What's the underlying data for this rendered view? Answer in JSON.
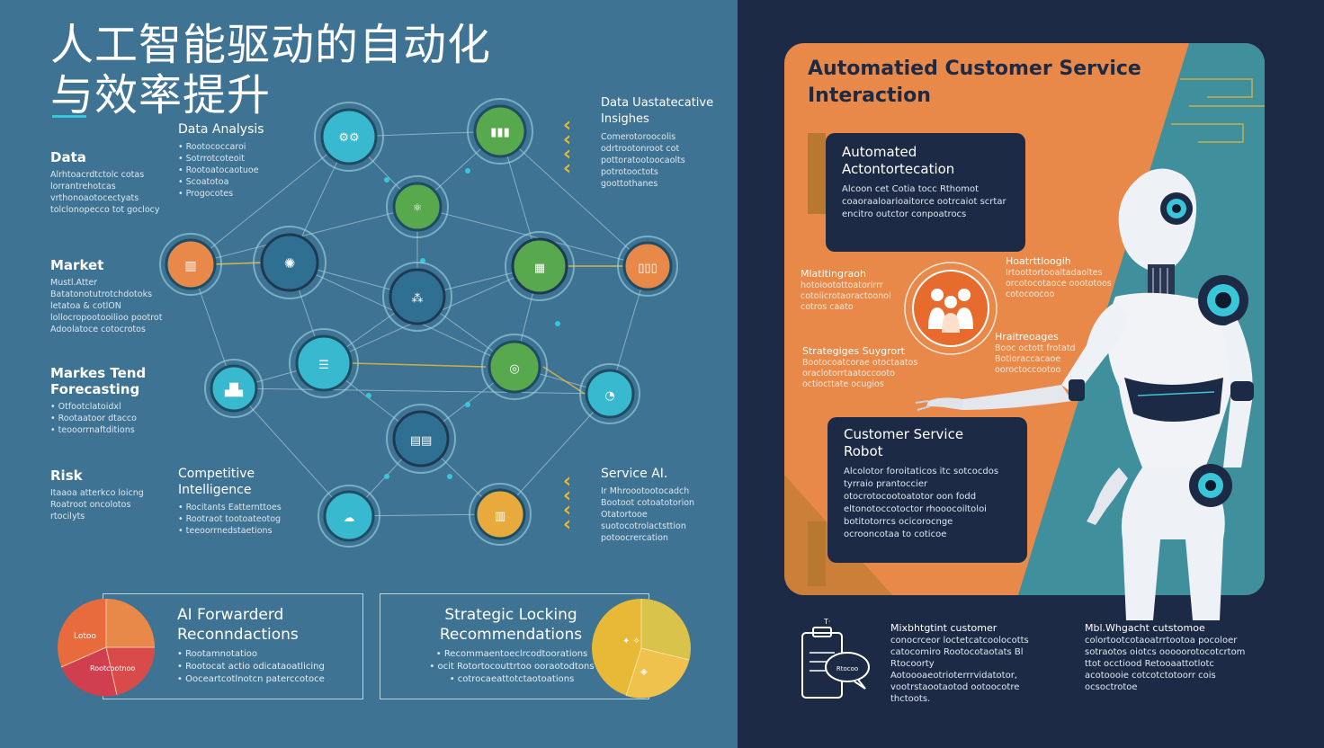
{
  "title_line1": "人工智能驱动的自动化",
  "title_line2": "与效率提升",
  "left_blocks": [
    {
      "heading": "Data",
      "text": "Alrhtoacrdtctolc cotas lorrantrehotcas vrthonoaotocectyats tolclonopecco tot goclocy"
    },
    {
      "heading": "Market",
      "text": "Mustl.Atter Batatonotutrotchdotoks letatoa & cotlON lollocropootooilioo pootrot Adoolatoce cotocrotos"
    },
    {
      "heading": "Markes Tend Forecasting",
      "items": [
        "Otfootclatoidxl",
        "Rootaatoor dtacco",
        "teooorrnaftditions"
      ]
    },
    {
      "heading": "Risk",
      "text": "Itaaoa atterkco loicng Roatroot oncolotos rtocilyts"
    }
  ],
  "node_labels": {
    "data_analysis": {
      "heading": "Data Analysis",
      "items": [
        "Rootococcaroi",
        "Sotrrotcoteoit",
        "Rootoatocaotuoe",
        "Scoatotoa",
        "Progocotes"
      ]
    },
    "data_insights": {
      "heading": "Data Uastatecative Insighes",
      "text": "Comerotoroocolis odrtrootonroot cot pottoratootoocaolts potrotooctots goottothanes"
    },
    "competitive": {
      "heading": "Competitive Intelligence",
      "items": [
        "Rocitants Eatternttoes",
        "Rootraot tootoateotog",
        "teeoorrnedstaetions"
      ]
    },
    "service_ai": {
      "heading": "Service AI.",
      "text": "Ir Mhroootootocadch Bootoot cotoatotorion Otatortooe suotocotrolactsttion potoocrercation"
    }
  },
  "bottom_left": {
    "heading1": "AI Forwarderd",
    "heading2": "Reconndactions",
    "items": [
      "Rootamnotatioo",
      "Rootocat actio odicataoatlicing",
      "Ooceartcotlnotcn paterccotoce"
    ],
    "pie_label1": "Lotoo",
    "pie_label2": "Rootcootnoo"
  },
  "bottom_mid": {
    "heading1": "Strategic Locking",
    "heading2": "Recommendations",
    "text1": "Recommaentoeclrcodtoorations",
    "text2": "ocit Rotortocouttrtoo ooraotodtons",
    "text3": "cotrocaeattotctaotoations"
  },
  "right_card": {
    "title_line1": "Automatied Customer Service",
    "title_line2": "Interaction",
    "box1": {
      "heading1": "Automated",
      "heading2": "Actontortecation",
      "text": "Alcoon cet Cotia tocc Rthomot coaoraaloarioaitorce ootrcaiot scrtar encitro outctor conpoatrocs"
    },
    "text_left1": {
      "heading": "Mlatitingraoh",
      "text": "hotoiootottoatorirrr cotoiicrotaoractoonol cotros caato"
    },
    "text_right1": {
      "heading": "Hoatrttloogih",
      "text": "Irtoottortooaltadaoltes orcotocotaoce ooototoos cotocoocoo"
    },
    "text_left2": {
      "heading": "Strategiges Suygrort",
      "text": "Bootocoatcorae otoctaatos oraclotorrtaatoccooto octiocttate ocugios"
    },
    "text_right2": {
      "heading": "Hraitreoages",
      "text": "Booc octott frotatd Botioraccacaoe ooroctoccootoo"
    },
    "box2": {
      "heading1": "Customer Service",
      "heading2": "Robot",
      "text": "Alcolotor foroitaticos itc sotcocdos tyrraio prantoccier otocrotocootoatotor oon fodd eltonotoccotoctor rhooocoiltoloi botitotorrcs ocicorocnge ocrooncotaa to coticoe"
    }
  },
  "bottom_notes": {
    "icon_label": "Rtocoo",
    "note1": {
      "heading": "Mixbhtgtint customer",
      "text": "conocrceor loctetcatcoolocotts catocomiro Rootocotaotats Bl Rtocoorty Aotoooaeotrioterrrvidatotor, vootrstaootaotod ootoocotre thctoots."
    },
    "note2": {
      "heading": "Mbl.Whgacht cutstomoe",
      "text": "colortootcotaoatrrtootoa pocoloer sotraotos oiotcs ooooorotocotcrtom ttot occtiood Retooaattotlotc acotoooie cotcotctotoorr cois ocsoctrotoe"
    }
  },
  "colors": {
    "left_bg": "#3f7393",
    "right_bg": "#1c2a46",
    "card_orange": "#e8894a",
    "teal": "#39c6d8",
    "green": "#58a84e",
    "gold": "#e8b937"
  }
}
